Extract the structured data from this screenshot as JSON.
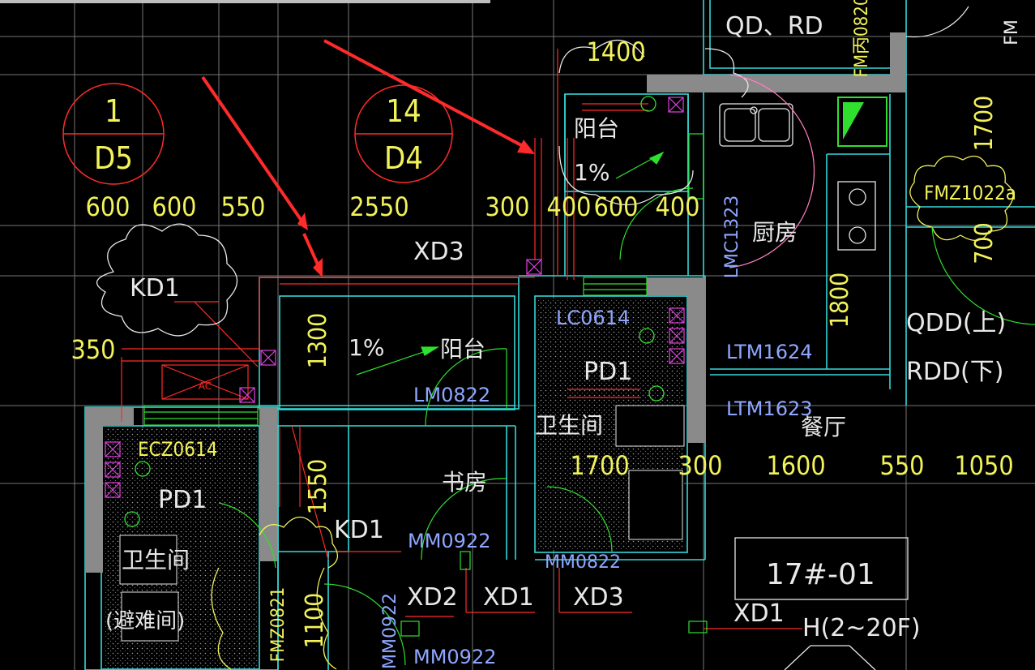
{
  "colors": {
    "background": "#000000",
    "grid": "#d8d8d8",
    "wall_cyan": "#35d7d7",
    "green": "#2fe02f",
    "red": "#ff2a2a",
    "yellow": "#f2f25a",
    "white": "#e8e8e8",
    "blue": "#8fa6ff",
    "magenta": "#e040e0",
    "column_gray": "#8a8a8a"
  },
  "axis_bubbles": [
    {
      "top": "1",
      "bottom": "D5"
    },
    {
      "top": "14",
      "bottom": "D4"
    }
  ],
  "dimensions": {
    "top_row": [
      "600",
      "600",
      "550",
      "2550",
      "300",
      "400",
      "600",
      "400"
    ],
    "lower_row": [
      "1700",
      "300",
      "1600",
      "550",
      "1050"
    ],
    "top_1400": "1400",
    "left_350": "350",
    "v_1300": "1300",
    "v_1550": "1550",
    "v_1100": "1100",
    "v_1800": "1800",
    "v_1700": "1700",
    "v_700": "700"
  },
  "labels": {
    "qd_rd": "QD、RD",
    "fm_top": "FM丙0820",
    "fmz_right": "FMZ1022a",
    "fmz_left": "FMZ0821",
    "kd1_a": "KD1",
    "kd1_b": "KD1",
    "xd3_a": "XD3",
    "xd3_b": "XD3",
    "xd2": "XD2",
    "xd1_a": "XD1",
    "xd1_b": "XD1",
    "balcony_a": "阳台",
    "balcony_b": "阳台",
    "slope_a": "1%",
    "slope_b": "1%",
    "kitchen": "厨房",
    "dining": "餐厅",
    "study": "书房",
    "bathroom_a": "卫生间",
    "bathroom_b": "卫生间",
    "refuge": "(避难间)",
    "pd1_a": "PD1",
    "pd1_b": "PD1",
    "lc0614": "LC0614",
    "ecz0614": "ECZ0614",
    "lmc1323": "LMC1323",
    "lm0822": "LM0822",
    "ltm1624": "LTM1624",
    "ltm1623": "LTM1623",
    "mm0922_a": "MM0922",
    "mm0922_b": "MM0922",
    "mm0922_c": "MM0922",
    "mm0822": "MM0822",
    "qdd": "QDD(上)",
    "rdd": "RDD(下)",
    "ac": "AC",
    "unit_tag": "17#-01",
    "floor_range": "H(2~20F)"
  }
}
